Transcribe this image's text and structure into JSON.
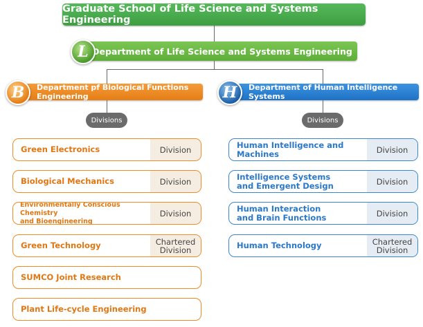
{
  "graduate_school": "Graduate School of Life Science and Systems Engineering",
  "department_main": {
    "logo_letter": "L",
    "label": "Department of Life Science and Systems Engineering"
  },
  "left_department": {
    "logo_letter": "B",
    "label": "Department pf Biological Functions Engineering",
    "divisions_label": "Divisions",
    "rows": [
      {
        "name": "Green Electronics",
        "type": "Division"
      },
      {
        "name": "Biological Mechanics",
        "type": "Division"
      },
      {
        "name_line1": "Environmentally Conscious Chemistry",
        "name_line2": "and Bioengineering",
        "type": "Division"
      },
      {
        "name": "Green Technology",
        "type_line1": "Chartered",
        "type_line2": "Division"
      },
      {
        "name": "SUMCO Joint Research"
      },
      {
        "name": "Plant Life-cycle Engineering"
      }
    ]
  },
  "right_department": {
    "logo_letter": "H",
    "label": "Department of Human Intelligence Systems",
    "divisions_label": "Divisions",
    "rows": [
      {
        "name": "Human Intelligence and Machines",
        "type": "Division"
      },
      {
        "name_line1": "Intelligence Systems",
        "name_line2": "and Emergent Design",
        "type": "Division"
      },
      {
        "name_line1": "Human Interaction",
        "name_line2": "and Brain Functions",
        "type": "Division"
      },
      {
        "name": "Human Technology",
        "type_line1": "Chartered",
        "type_line2": "Division"
      }
    ]
  },
  "colors": {
    "graduate_green": "#45a84a",
    "department_green": "#6cb946",
    "orange": "#ef8a24",
    "blue": "#2a78c9",
    "pill_gray": "#6b6b6b"
  }
}
